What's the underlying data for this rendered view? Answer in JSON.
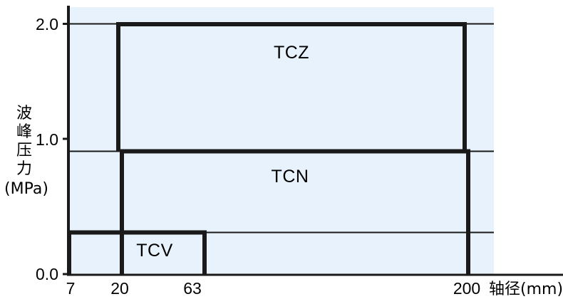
{
  "chart_data": {
    "type": "bar",
    "title": "",
    "xlabel": "轴径(mm)",
    "ylabel": "波峰压力 (MPa)",
    "ylabel_chars": [
      "波",
      "峰",
      "压",
      "力"
    ],
    "ylabel_unit": "(MPa)",
    "xlabel_unit_text": "轴径(mm)",
    "x_type": "log-like-categorical",
    "x_ticks": [
      "7",
      "20",
      "63",
      "200"
    ],
    "x_tick_values": [
      7,
      20,
      63,
      200
    ],
    "y_ticks": [
      "0.0",
      "1.0",
      "2.0"
    ],
    "y_tick_values": [
      0.0,
      1.0,
      2.0
    ],
    "ylim": [
      0.0,
      2.0
    ],
    "grid": false,
    "legend": "none",
    "plot_bgcolor": "#e8f2fc",
    "line_color": "#1a1a1a",
    "regions": [
      {
        "name": "TCZ",
        "label": "TCZ",
        "x_range": [
          20,
          200
        ],
        "y_range": [
          0.93,
          2.0
        ],
        "label_x": 63,
        "label_y": 1.68
      },
      {
        "name": "TCN",
        "label": "TCN",
        "x_range": [
          20,
          200
        ],
        "y_range": [
          0.0,
          0.93
        ],
        "label_x": 63,
        "label_y": 0.82
      },
      {
        "name": "TCV",
        "label": "TCV",
        "x_range": [
          7,
          63
        ],
        "y_range": [
          0.0,
          0.33
        ],
        "label_x": 25,
        "label_y": 0.16
      }
    ]
  },
  "axes": {
    "y_axis_name": "pressure-axis",
    "x_axis_name": "shaft-diameter-axis"
  }
}
